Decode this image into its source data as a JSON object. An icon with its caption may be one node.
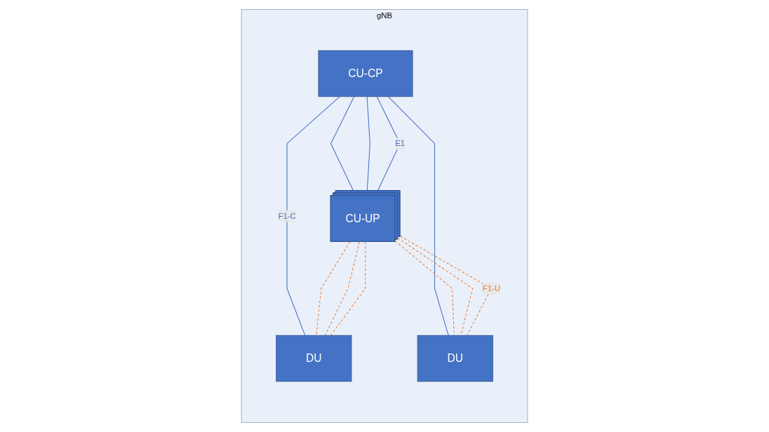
{
  "diagram": {
    "nodes": [
      {
        "text": [
          "gNB"
        ]
      },
      {
        "text": [
          "CU-CP"
        ],
        "in": 0
      },
      {
        "text": [
          "CU-UP"
        ],
        "in": 0
      },
      {
        "text": [
          "DU"
        ],
        "in": 0
      },
      {
        "text": [
          "DU"
        ],
        "in": 0
      }
    ],
    "edges": [
      {
        "from": 1,
        "to": 2,
        "arrow": "none",
        "color": "#4472c4"
      },
      {
        "from": 1,
        "to": 2,
        "arrow": "none",
        "color": "#4472c4"
      },
      {
        "from": 1,
        "to": 2,
        "arrow": "none",
        "label": "E1",
        "color": "#4472c4"
      },
      {
        "from": 1,
        "to": 3,
        "arrow": "none",
        "label": "F1-C",
        "color": "#4472c4"
      },
      {
        "from": 1,
        "to": 4,
        "arrow": "none",
        "color": "#4472c4"
      },
      {
        "from": 2,
        "to": 3,
        "arrow": "none",
        "style": "dashed",
        "color": "#ed7d31"
      },
      {
        "from": 2,
        "to": 3,
        "arrow": "none",
        "style": "dashed",
        "color": "#ed7d31"
      },
      {
        "from": 2,
        "to": 3,
        "arrow": "none",
        "style": "dashed",
        "color": "#ed7d31"
      },
      {
        "from": 2,
        "to": 4,
        "arrow": "none",
        "style": "dashed",
        "color": "#ed7d31"
      },
      {
        "from": 2,
        "to": 4,
        "arrow": "none",
        "style": "dashed",
        "color": "#ed7d31"
      },
      {
        "from": 2,
        "to": 4,
        "arrow": "none",
        "style": "dashed",
        "label": "F1-U",
        "color": "#ed7d31"
      }
    ]
  }
}
